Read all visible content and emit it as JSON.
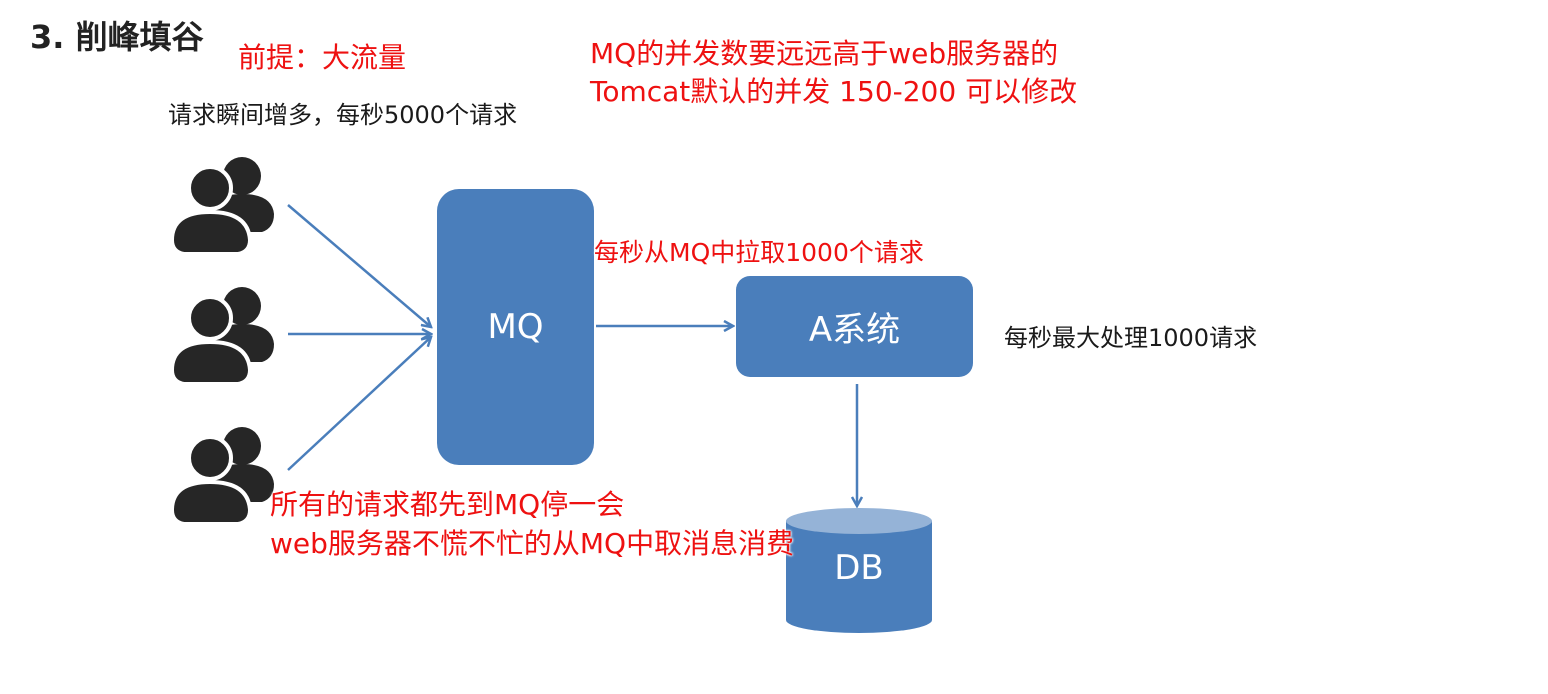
{
  "title": "3. 削峰填谷",
  "premise": "前提：大流量",
  "note_lines": [
    "MQ的并发数要远远高于web服务器的",
    "Tomcat默认的并发 150-200 可以修改"
  ],
  "requests_label": "请求瞬间增多，每秒5000个请求",
  "pull_label": "每秒从MQ中拉取1000个请求",
  "max_label": "每秒最大处理1000请求",
  "bottom_lines": [
    "所有的请求都先到MQ停一会",
    "web服务器不慌不忙的从MQ中取消息消费"
  ],
  "nodes": {
    "mq": "MQ",
    "a_system": "A系统",
    "db": "DB"
  },
  "colors": {
    "box_fill": "#4a7ebb",
    "db_top": "#95b3d7",
    "arrow": "#4a7ebb",
    "user_icon": "#262626",
    "red_text": "#ee1111"
  },
  "icons": [
    "user-group-icon",
    "user-group-icon",
    "user-group-icon"
  ]
}
